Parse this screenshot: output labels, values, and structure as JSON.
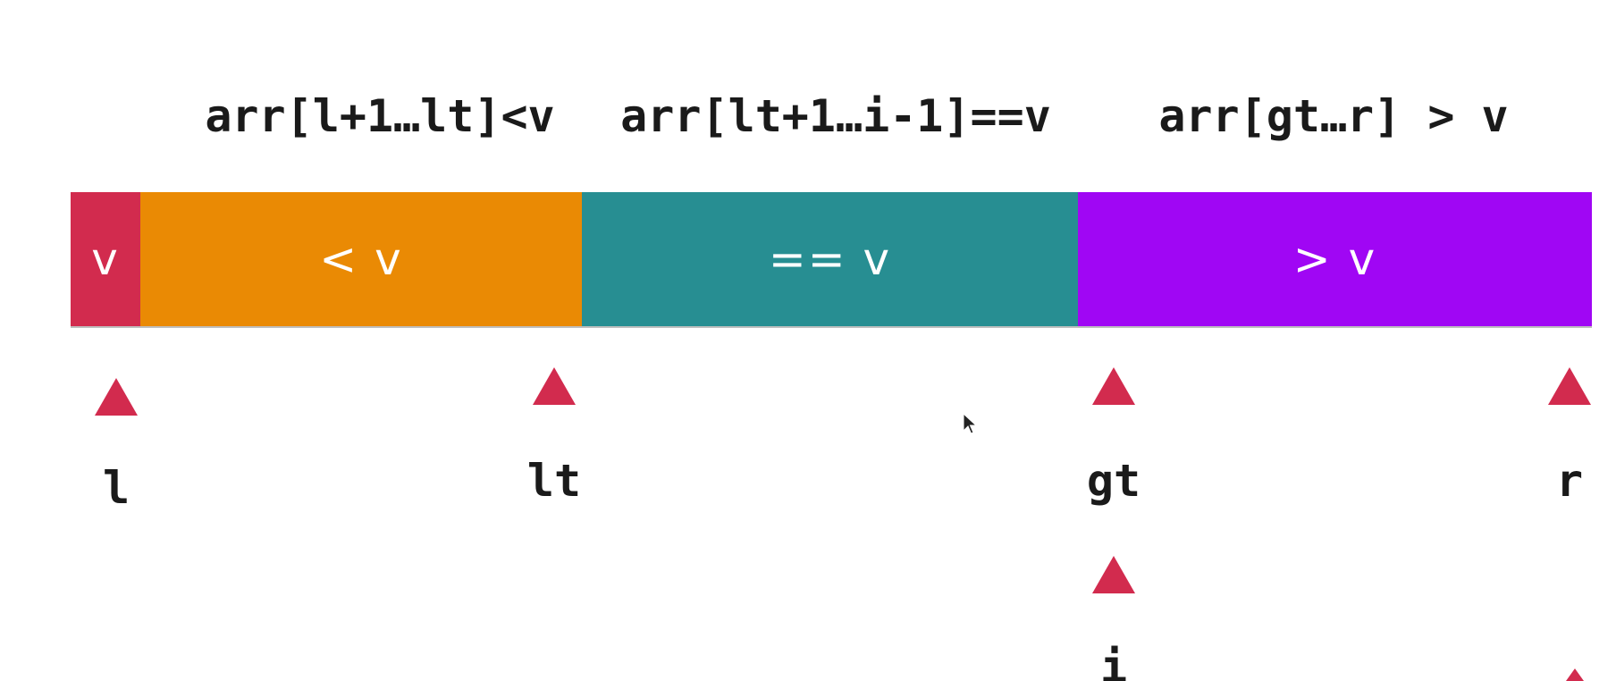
{
  "range_labels": {
    "less": "arr[l+1…lt]<v",
    "equal": "arr[lt+1…i-1]==v",
    "greater": "arr[gt…r] > v"
  },
  "segments": {
    "pivot": "v",
    "less": "< v",
    "equal": "== v",
    "greater": "> v"
  },
  "pointers": {
    "l": "l",
    "lt": "lt",
    "gt": "gt",
    "r": "r",
    "i": "i"
  },
  "colors": {
    "pivot": "#d22b4e",
    "less": "#ea8a04",
    "equal": "#278e92",
    "greater": "#a006f4",
    "pointer": "#d22b4e"
  }
}
